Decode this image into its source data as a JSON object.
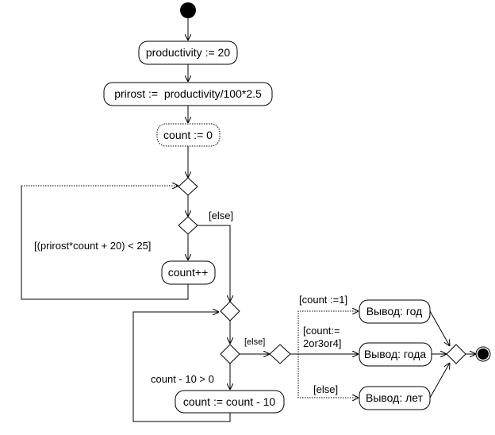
{
  "diagram": {
    "actions": {
      "productivity_init": "productivity := 20",
      "prirost_calc": "prirost :=  productivity/100*2.5",
      "count_init": "count := 0",
      "count_increment": "count++",
      "count_decrement": "count := count - 10",
      "output_god": "Вывод: год",
      "output_goda": "Вывод: года",
      "output_let": "Вывод: лет"
    },
    "guards": {
      "loop_condition": "[(prirost*count + 20) < 25]",
      "else_1": "[else]",
      "count_over_10": "count - 10 > 0",
      "else_2": "[else]",
      "count_is_1": "[count :=1]",
      "count_234_line1": "[count:=",
      "count_234_line2": "2or3or4]",
      "else_3": "[else]"
    },
    "colors": {
      "line": "#000000",
      "fill": "#ffffff"
    }
  }
}
